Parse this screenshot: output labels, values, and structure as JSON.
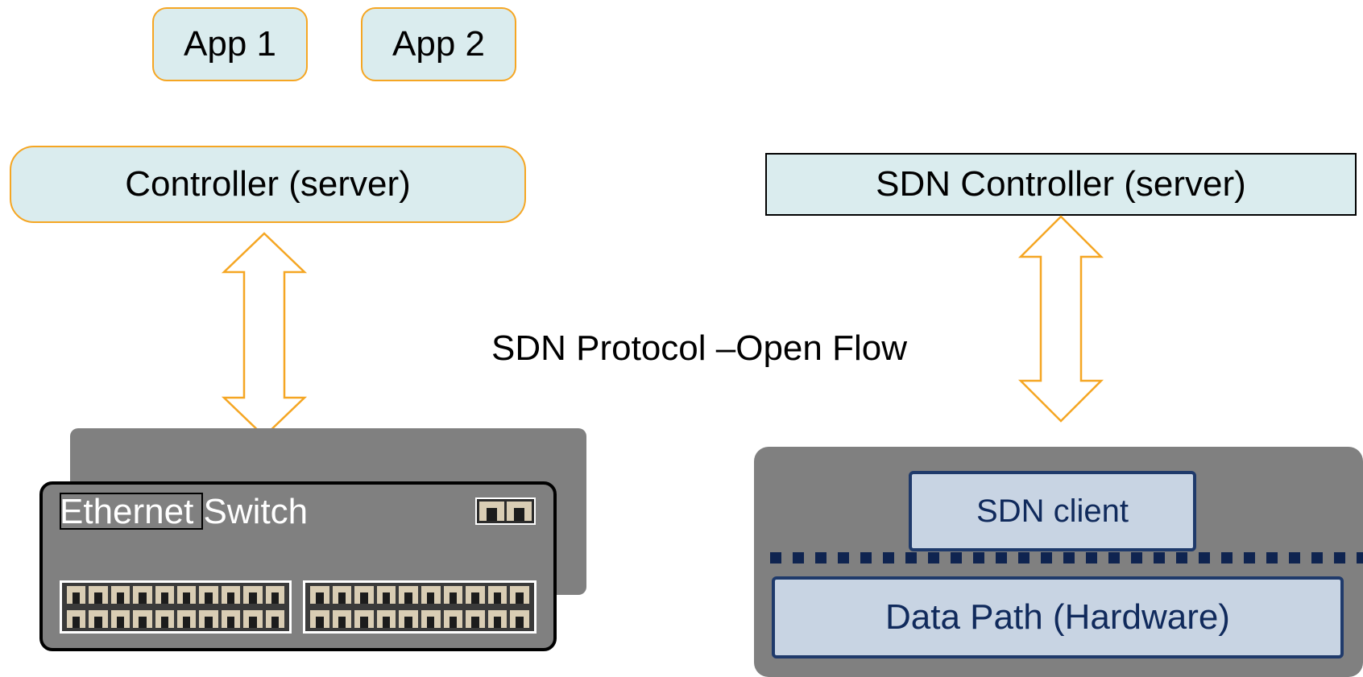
{
  "apps": [
    {
      "label": "App 1"
    },
    {
      "label": "App 2"
    }
  ],
  "left": {
    "controller_label": "Controller (server)",
    "switch_label": "Ethernet Switch"
  },
  "center": {
    "protocol_label": "SDN Protocol –Open Flow"
  },
  "right": {
    "controller_label": "SDN  Controller (server)",
    "client_label": "SDN client",
    "data_path_label": "Data Path (Hardware)"
  },
  "colors": {
    "box_fill": "#daecee",
    "orange_outline": "#f5a623",
    "device_gray": "#808080",
    "navy": "#1f3a6b",
    "client_fill": "#c8d4e3"
  },
  "icons": {
    "left_arrow": "double-headed-arrow-icon",
    "right_arrow": "double-headed-arrow-icon",
    "ports": "ethernet-port-icon"
  }
}
